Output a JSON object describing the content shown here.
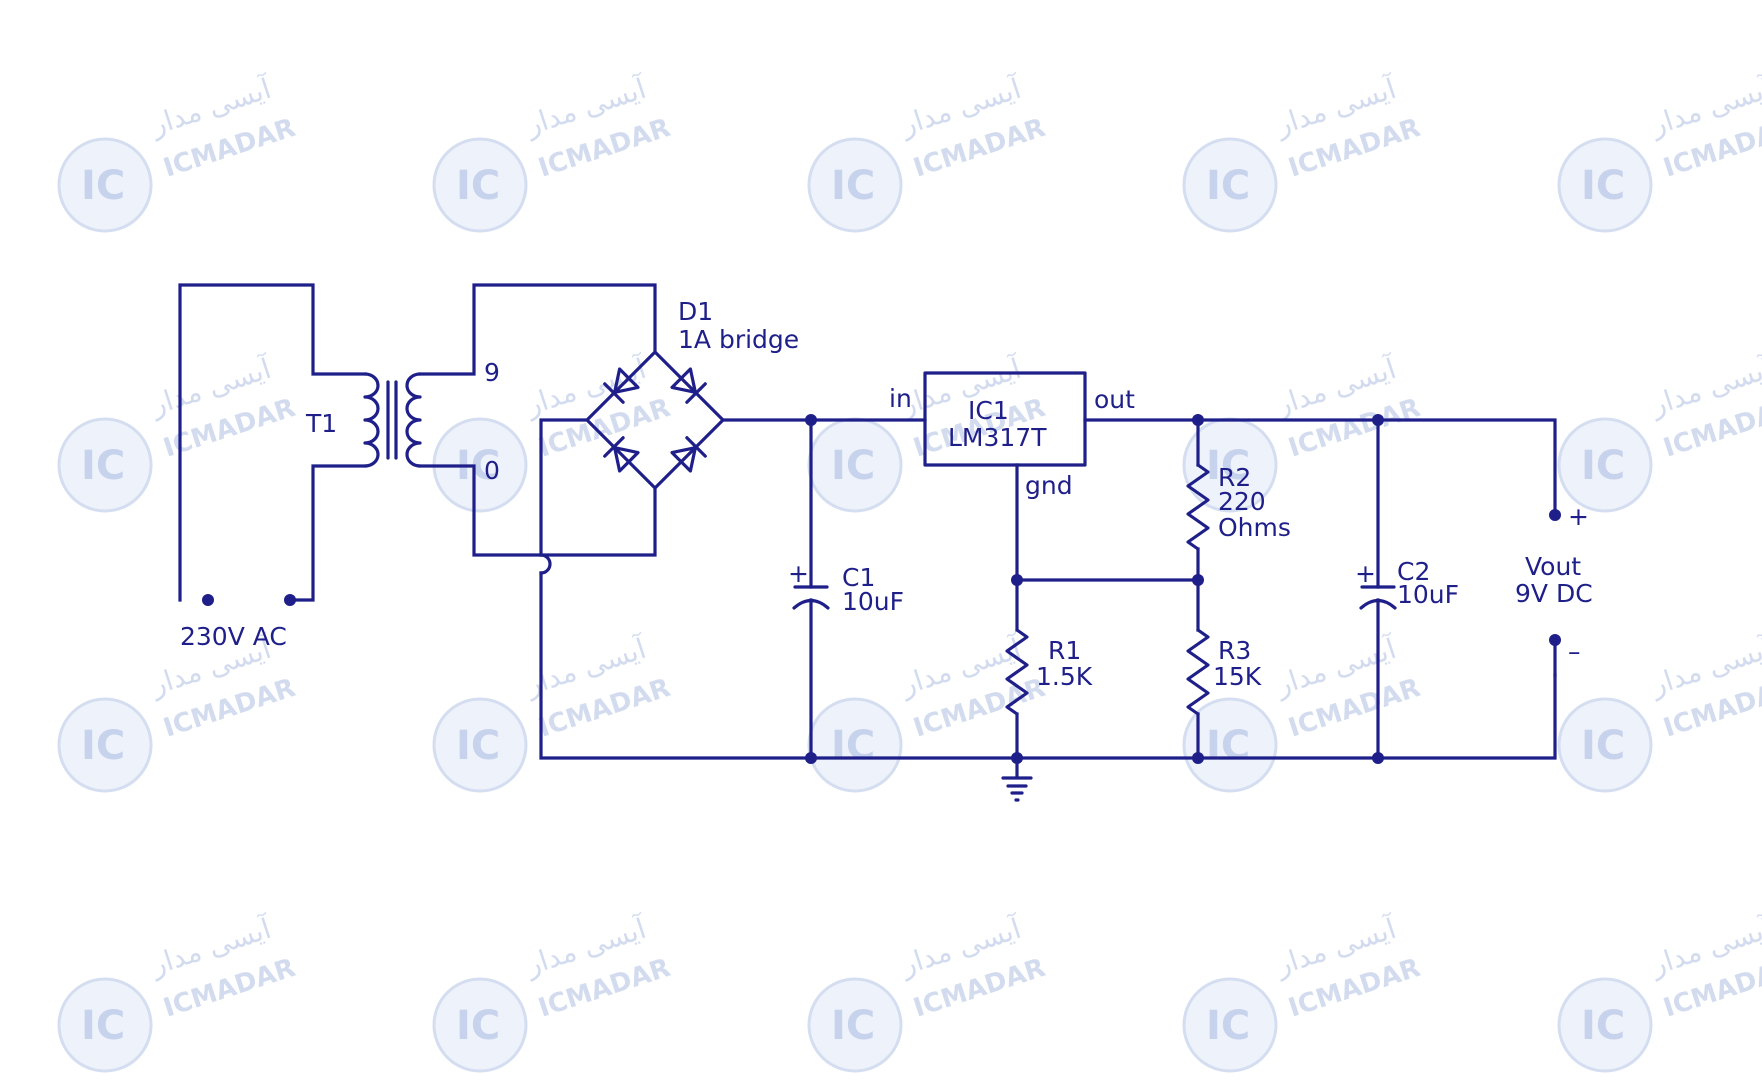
{
  "watermark": {
    "logo_letters": "IC",
    "brand_latin": "ICMADAR",
    "brand_persian": "آیسی مدار"
  },
  "transformer": {
    "ref": "T1",
    "tap_top": "9",
    "tap_bottom": "0"
  },
  "input": {
    "label": "230V AC"
  },
  "bridge": {
    "ref": "D1",
    "value": "1A bridge"
  },
  "regulator": {
    "ref": "IC1",
    "part": "LM317T",
    "pin_in": "in",
    "pin_out": "out",
    "pin_gnd": "gnd"
  },
  "c1": {
    "ref": "C1",
    "value": "10uF",
    "polarity": "+"
  },
  "c2": {
    "ref": "C2",
    "value": "10uF",
    "polarity": "+"
  },
  "r1": {
    "ref": "R1",
    "value": "1.5K"
  },
  "r2": {
    "ref": "R2",
    "value_line1": "220",
    "value_line2": "Ohms"
  },
  "r3": {
    "ref": "R3",
    "value": "15K"
  },
  "output": {
    "label_line1": "Vout",
    "label_line2": "9V DC",
    "plus": "+",
    "minus": "–"
  },
  "colors": {
    "ink": "#1f1f8a",
    "watermark": "#d3dcef"
  }
}
